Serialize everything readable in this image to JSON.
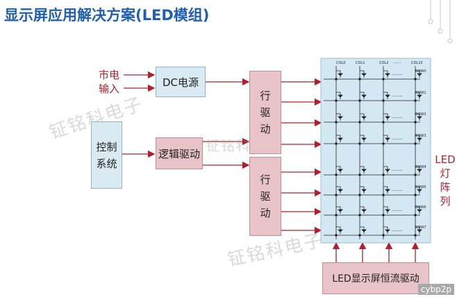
{
  "title": "显示屏应用解决方案(LED模组)",
  "mains_input": [
    "市电",
    "输入"
  ],
  "blocks": {
    "dc_power": "DC电源",
    "control_system": [
      "控制",
      "系统"
    ],
    "logic_driver": "逻辑驱动",
    "row_driver_top": [
      "行",
      "驱",
      "动"
    ],
    "row_driver_bottom": [
      "行",
      "驱",
      "动"
    ],
    "constant_current": "LED显示屏恒流驱动"
  },
  "led_array_label": [
    "LED",
    "灯",
    "阵",
    "列"
  ],
  "matrix": {
    "col_labels": [
      "COL0",
      "COL1",
      "COL2",
      "·······",
      "COL15"
    ],
    "row_labels": [
      "ROW0",
      "ROW1",
      "ROW2",
      "ROW3",
      "ROW4",
      "ROW5",
      "ROW6",
      "ROW7"
    ],
    "ellipsis": "·······"
  },
  "watermarks": [
    "钲铭科电子",
    "钲铭科电子",
    "钲铭科电子"
  ],
  "corner_badge": "cybp2p",
  "colors": {
    "title": "#1f5fb0",
    "arrow": "#b41e2a",
    "blue_box": "#d9eaf3",
    "pink_box": "#e8c4c8",
    "matrix_bg": "#d3e8f2"
  }
}
